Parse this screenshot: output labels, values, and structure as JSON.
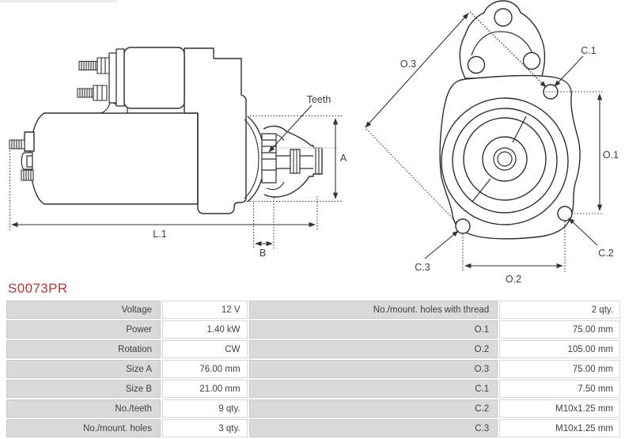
{
  "part_number": "S0073PR",
  "accent_color": "#a93a3c",
  "diagram": {
    "side_view": {
      "labels": {
        "teeth": "Teeth",
        "a": "A",
        "b": "B",
        "l1": "L.1"
      }
    },
    "front_view": {
      "labels": {
        "o1": "O.1",
        "o2": "O.2",
        "o3": "O.3",
        "c1": "C.1",
        "c2": "C.2",
        "c3": "C.3"
      }
    }
  },
  "table": {
    "rows": [
      {
        "label_left": "Voltage",
        "value_left": "12 V",
        "label_right": "No./mount. holes with thread",
        "value_right": "2 qty."
      },
      {
        "label_left": "Power",
        "value_left": "1.40 kW",
        "label_right": "O.1",
        "value_right": "75.00 mm"
      },
      {
        "label_left": "Rotation",
        "value_left": "CW",
        "label_right": "O.2",
        "value_right": "105.00 mm"
      },
      {
        "label_left": "Size A",
        "value_left": "76.00 mm",
        "label_right": "O.3",
        "value_right": "75.00 mm"
      },
      {
        "label_left": "Size B",
        "value_left": "21.00 mm",
        "label_right": "C.1",
        "value_right": "7.50 mm"
      },
      {
        "label_left": "No./teeth",
        "value_left": "9 qty.",
        "label_right": "C.2",
        "value_right": "M10x1.25 mm"
      },
      {
        "label_left": "No./mount. holes",
        "value_left": "3 qty.",
        "label_right": "C.3",
        "value_right": "M10x1.25 mm"
      }
    ]
  }
}
